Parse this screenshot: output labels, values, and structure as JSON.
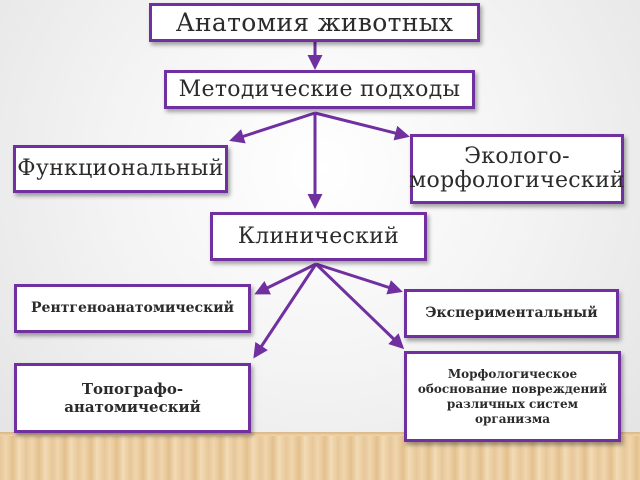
{
  "colors": {
    "border": "#7030a0",
    "arrow": "#7030a0",
    "text": "#2b2b2b"
  },
  "nodes": {
    "title": "Анатомия животных",
    "methods": "Методические подходы",
    "functional": "Функциональный",
    "eco_line1": "Эколого-",
    "eco_line2": "морфологический",
    "clinical": "Клинический",
    "rentgen": "Рентгеноанатомический",
    "experimental": "Экспериментальный",
    "topo_line1": "Топографо-",
    "topo_line2": "анатомический",
    "morph_line1": "Морфологическое",
    "morph_line2": "обоснование повреждений",
    "morph_line3": "различных систем",
    "morph_line4": "организма"
  }
}
